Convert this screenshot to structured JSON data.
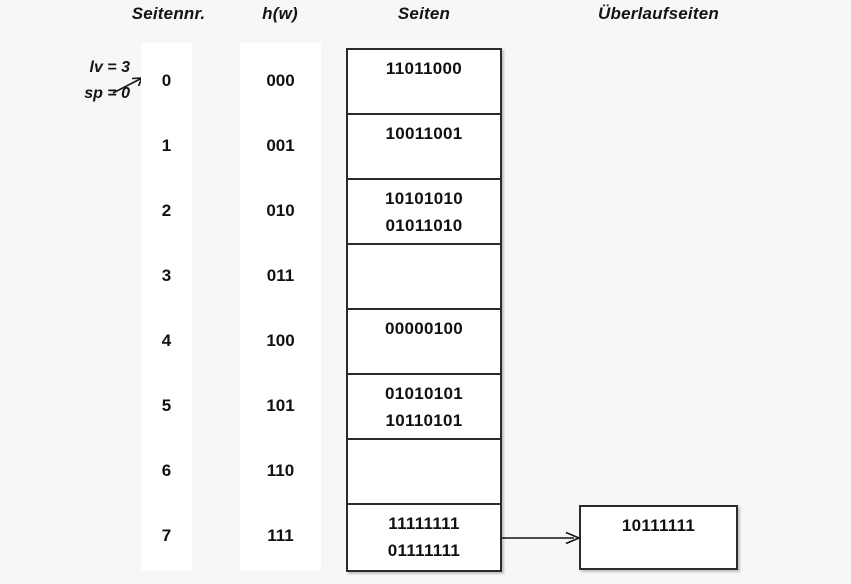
{
  "headers": {
    "seitennr": "Seitennr.",
    "hw": "h(w)",
    "seiten": "Seiten",
    "ueberlaufseiten": "Überlaufseiten"
  },
  "params": {
    "lv": "lv = 3",
    "sp": "sp = 0",
    "arrow_icon": "arrow-right-icon"
  },
  "rows": [
    {
      "seitennr": "0",
      "hw": "000",
      "seiten": [
        "11011000"
      ]
    },
    {
      "seitennr": "1",
      "hw": "001",
      "seiten": [
        "10011001"
      ]
    },
    {
      "seitennr": "2",
      "hw": "010",
      "seiten": [
        "10101010",
        "01011010"
      ]
    },
    {
      "seitennr": "3",
      "hw": "011",
      "seiten": []
    },
    {
      "seitennr": "4",
      "hw": "100",
      "seiten": [
        "00000100"
      ]
    },
    {
      "seitennr": "5",
      "hw": "101",
      "seiten": [
        "01010101",
        "10110101"
      ]
    },
    {
      "seitennr": "6",
      "hw": "110",
      "seiten": []
    },
    {
      "seitennr": "7",
      "hw": "111",
      "seiten": [
        "11111111",
        "01111111"
      ]
    }
  ],
  "overflow": {
    "from_row": "7",
    "arrow_icon": "arrow-right-icon",
    "pages": [
      "10111111"
    ]
  },
  "colors": {
    "background": "#f7f7f7",
    "box_fill": "#ffffff",
    "box_border": "#2b2b2b",
    "text": "#111111"
  }
}
